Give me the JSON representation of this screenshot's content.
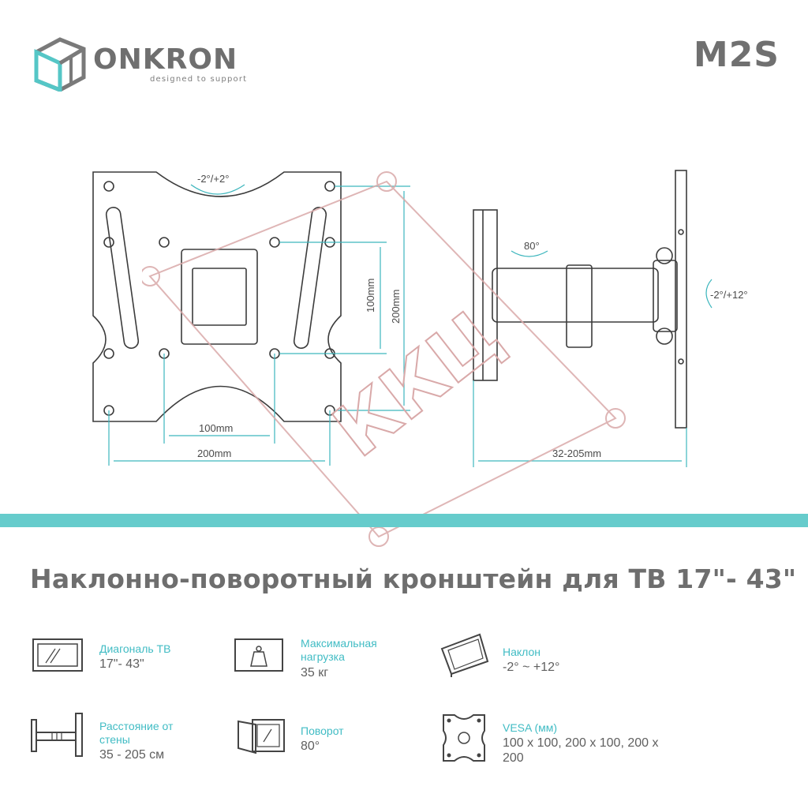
{
  "brand": {
    "name": "ONKRON",
    "tagline": "designed to support",
    "model": "M2S"
  },
  "diagram": {
    "tilt_front": "-2°/+2°",
    "rotation": "80°",
    "tilt_side": "-2°/+12°",
    "vesa_h_small": "100mm",
    "vesa_h_large": "200mm",
    "vesa_v_small": "100mm",
    "vesa_v_large": "200mm",
    "wall_distance": "32-205mm"
  },
  "watermark": {
    "text": "ККЦ"
  },
  "colors": {
    "accent": "#66cccc",
    "label": "#41bcc4",
    "text": "#6e6e6e"
  },
  "product_title": "Наклонно-поворотный кронштейн для ТВ 17\"- 43\"",
  "specs": [
    {
      "icon": "tv-screen-icon",
      "label": "Диагональ ТВ",
      "value": "17\"- 43\""
    },
    {
      "icon": "weight-icon",
      "label": "Максимальная нагрузка",
      "value": "35 кг"
    },
    {
      "icon": "tilt-icon",
      "label": "Наклон",
      "value": "-2° ~ +12°"
    },
    {
      "icon": "wall-distance-icon",
      "label": "Расстояние от стены",
      "value": "35 - 205 см"
    },
    {
      "icon": "swivel-icon",
      "label": "Поворот",
      "value": "80°"
    },
    {
      "icon": "vesa-icon",
      "label": "VESA (мм)",
      "value": "100 x 100, 200 x 100, 200 x 200"
    }
  ]
}
